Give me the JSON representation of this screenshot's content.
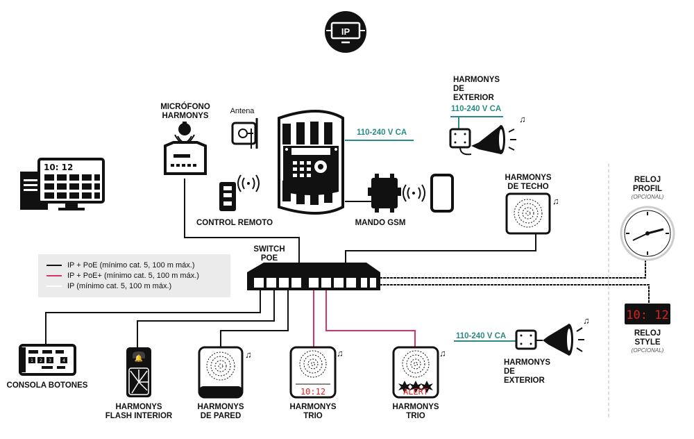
{
  "header": {
    "icon_label": "IP"
  },
  "devices": {
    "microphone": {
      "label_line1": "MICRÓFONO",
      "label_line2": "HARMONYS"
    },
    "antenna": {
      "label": "Antena"
    },
    "main_unit": {
      "voltage": "110-240 V CA"
    },
    "outdoor_speaker_top": {
      "label_line1": "HARMONYS",
      "label_line2": "DE",
      "label_line3": "EXTERIOR",
      "voltage": "110-240 V CA"
    },
    "monitor": {
      "time": "10: 12"
    },
    "remote_control": {
      "label": "CONTROL REMOTO"
    },
    "gsm": {
      "label": "MANDO GSM"
    },
    "ceiling_speaker": {
      "label_line1": "HARMONYS",
      "label_line2": "DE TECHO"
    },
    "clock_profil": {
      "label_line1": "RELOJ",
      "label_line2": "PROFIL",
      "note": "(OPCIONAL)"
    },
    "switch": {
      "label_line1": "SWITCH",
      "label_line2": "POE"
    },
    "clock_style": {
      "display": "10: 12",
      "label_line1": "RELOJ",
      "label_line2": "STYLE",
      "note": "(OPCIONAL)"
    },
    "outdoor_speaker_bottom": {
      "label_line1": "HARMONYS",
      "label_line2": "DE",
      "label_line3": "EXTERIOR",
      "voltage": "110-240 V CA"
    },
    "button_console": {
      "label": "CONSOLA BOTONES"
    },
    "flash_interior": {
      "label_line1": "HARMONYS",
      "label_line2": "FLASH INTERIOR"
    },
    "wall_speaker": {
      "label_line1": "HARMONYS",
      "label_line2": "DE PARED"
    },
    "trio_clock": {
      "label_line1": "HARMONYS",
      "label_line2": "TRIO",
      "display": "10:12"
    },
    "trio_alert": {
      "label_line1": "HARMONYS",
      "label_line2": "TRIO",
      "display": "ALERT"
    }
  },
  "legend": [
    {
      "text": "IP + PoE (mínimo cat. 5, 100 m máx.)",
      "color": "#111111"
    },
    {
      "text": "IP + PoE+ (mínimo cat. 5, 100 m máx.)",
      "color": "#d6336c"
    },
    {
      "text": "IP (mínimo cat. 5, 100 m máx.)",
      "color": "#ffffff"
    }
  ],
  "colors": {
    "teal": "#2b8a87",
    "pink": "#d6336c",
    "ink": "#111111",
    "red_led": "#e02020"
  }
}
